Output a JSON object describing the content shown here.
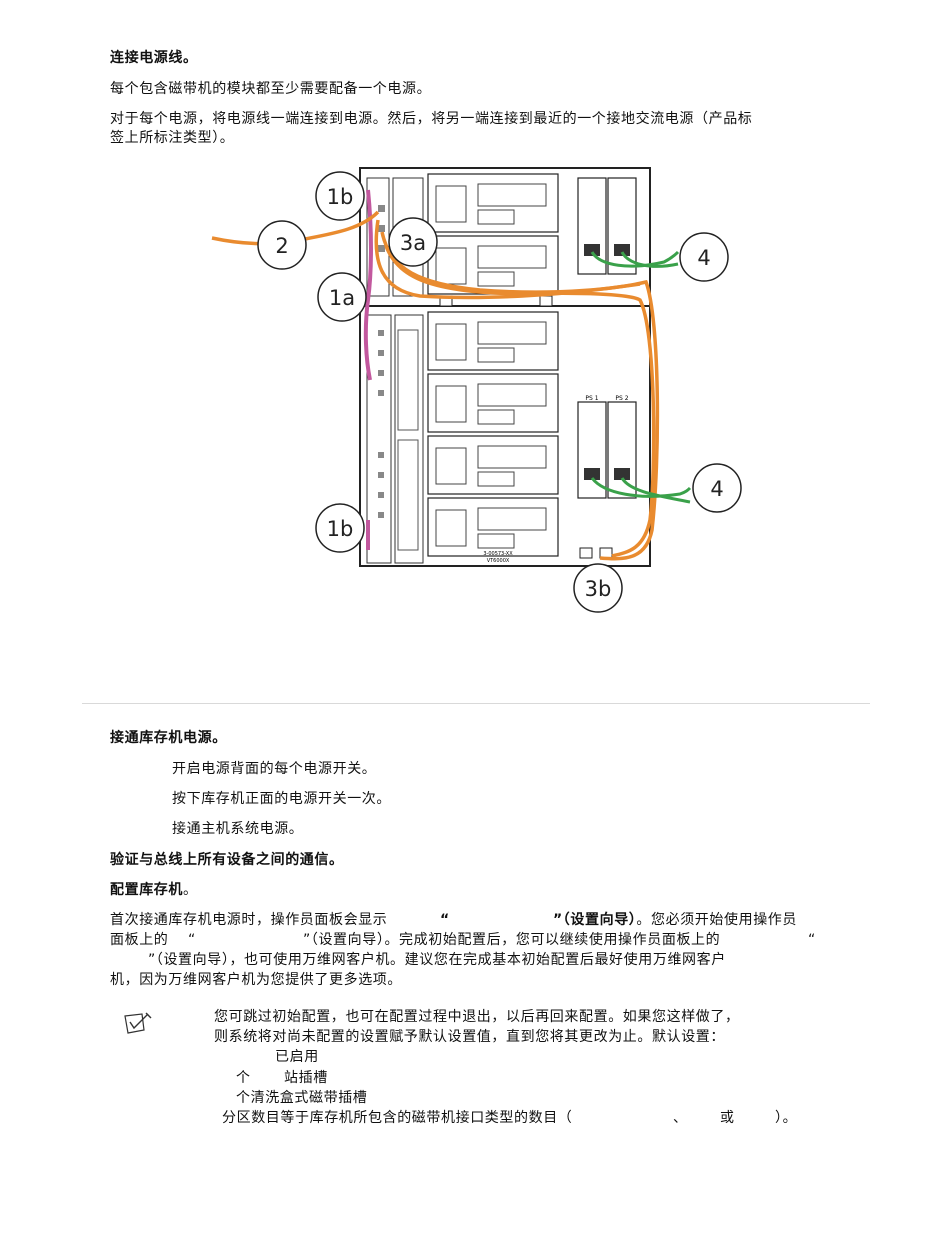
{
  "step_power_cords": {
    "heading": "连接电源线。",
    "para1": "每个包含磁带机的模块都至少需要配备一个电源。",
    "para2_line1": "对于每个电源，将电源线一端连接到电源。然后，将另一端连接到最近的一个接地交流电源（产品标",
    "para2_line2": "签上所标注类型）。"
  },
  "figure": {
    "callouts": [
      "1b",
      "2",
      "3a",
      "1a",
      "4",
      "4",
      "1b",
      "3b"
    ],
    "ps_labels": [
      "PS 1",
      "PS 2"
    ],
    "serial_text": [
      "3-00573-XX",
      "VT6000X"
    ],
    "cable_colors": {
      "power": "#e98b2f",
      "green": "#3aa14a",
      "magenta": "#c2589e"
    }
  },
  "step_power_on": {
    "heading": "接通库存机电源。",
    "item1": "开启电源背面的每个电源开关。",
    "item2": "按下库存机正面的电源开关一次。",
    "item3": "接通主机系统电源。"
  },
  "step_verify": {
    "heading": "验证与总线上所有设备之间的通信。"
  },
  "step_configure": {
    "heading": "配置库存机",
    "heading_suffix": "。",
    "p1_a": "首次接通库存机电源时，操作员面板会显示",
    "p1_q1": "“",
    "p1_q2": "”（设置向导）",
    "p1_b": "。您必须开始使用操作员",
    "p2_a": "面板上的",
    "p2_q1": "“",
    "p2_b": "”（设置向导）。完成初始配置后，您可以继续使用操作员面板上的",
    "p2_q2": "“",
    "p3": "”（设置向导），也可使用万维网客户机。建议您在完成基本初始配置后最好使用万维网客户",
    "p4": "机，因为万维网客户机为您提供了更多选项。"
  },
  "note": {
    "icon": "note-pencil-icon",
    "line1": "您可跳过初始配置，也可在配置过程中退出，以后再回来配置。如果您这样做了，",
    "line2": "则系统将对尚未配置的设置赋予默认设置值，直到您将其更改为止。默认设置：",
    "d1": "已启用",
    "d2a": "个",
    "d2b": "站插槽",
    "d3": "个清洗盒式磁带插槽",
    "d4a": "分区数目等于库存机所包含的磁带机接口类型的数目（",
    "d4b": "、",
    "d4c": "或",
    "d4d": "）。"
  }
}
